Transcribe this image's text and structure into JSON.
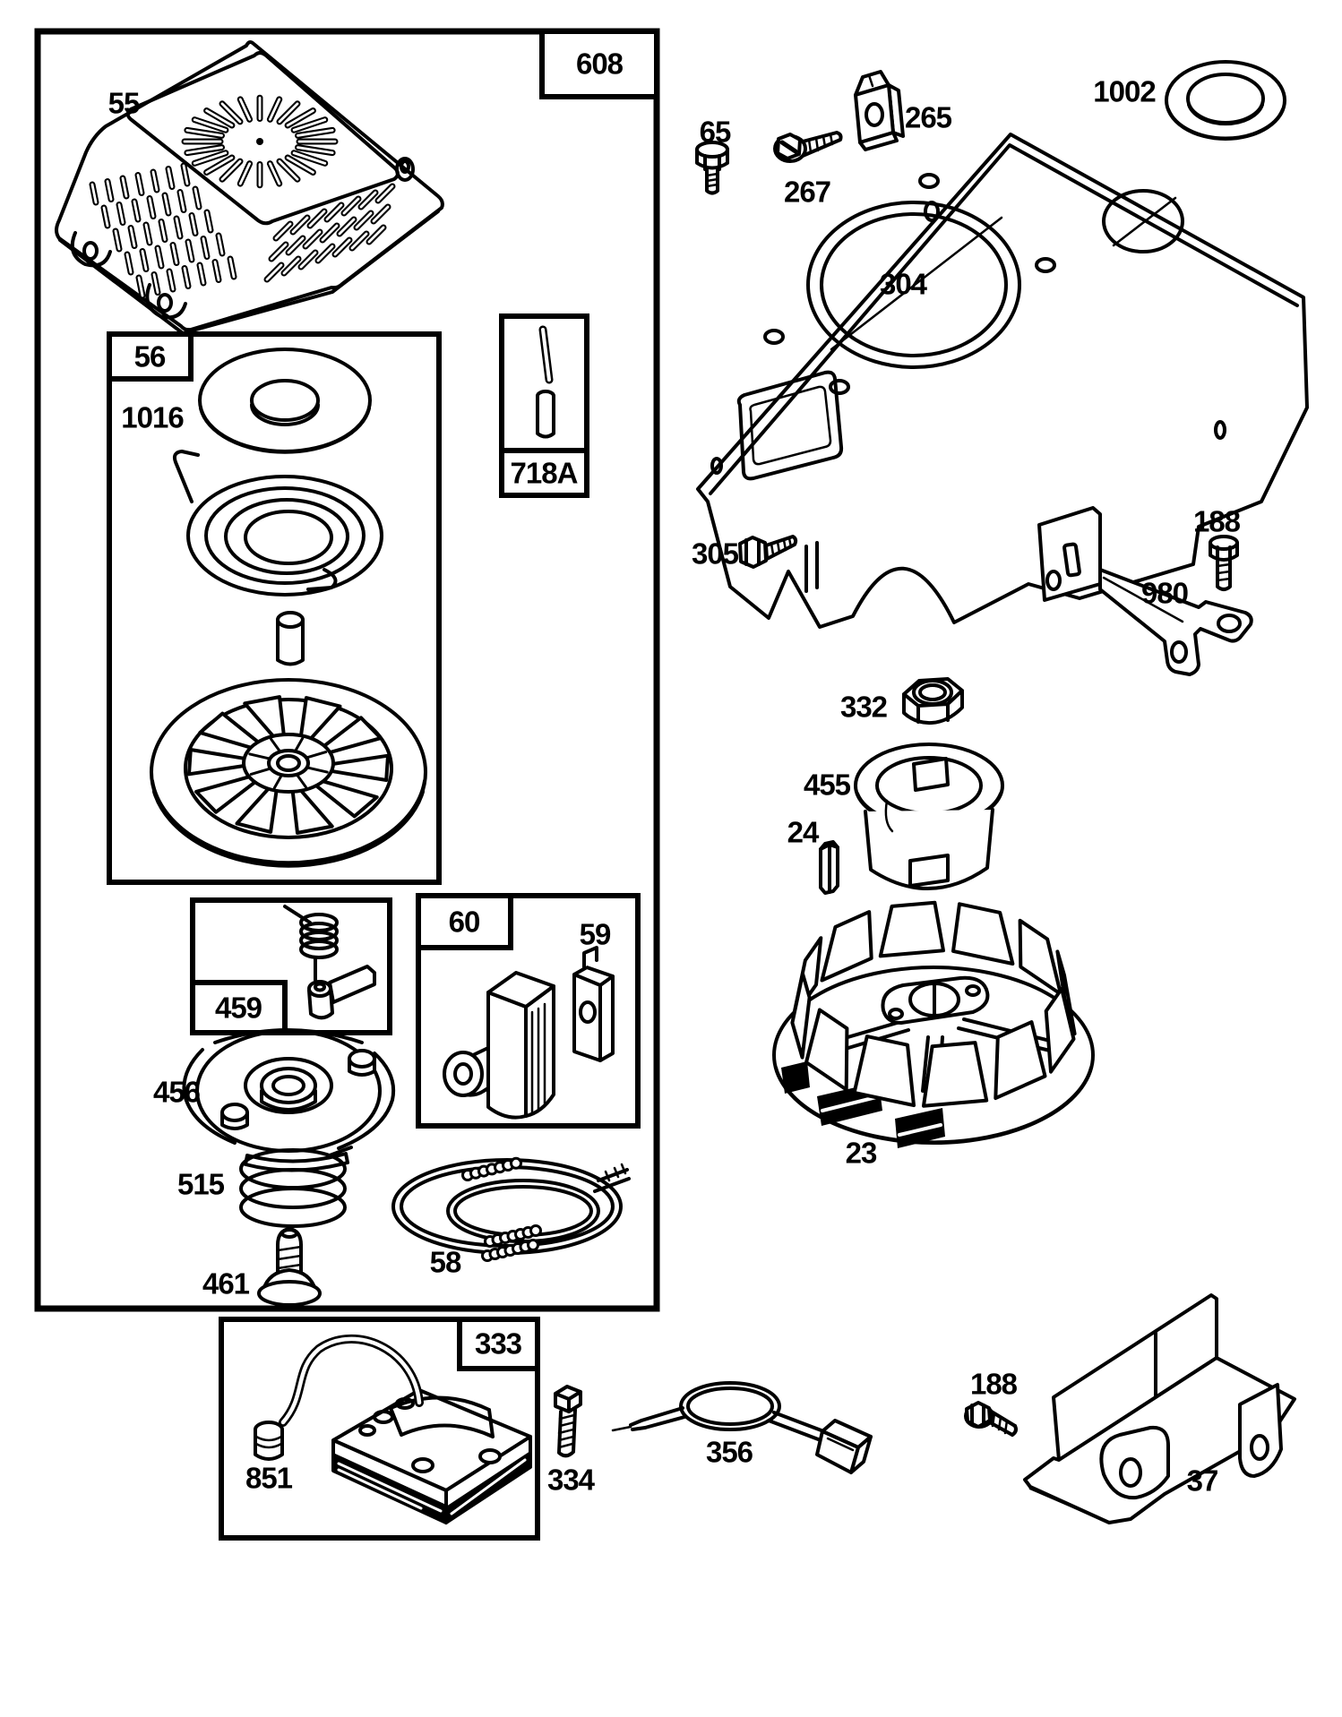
{
  "diagram": {
    "kind": "exploded-parts-diagram",
    "background": "#ffffff",
    "line_color": "#000000",
    "part_numbers_visible": [
      "55",
      "608",
      "56",
      "1016",
      "718A",
      "459",
      "456",
      "515",
      "461",
      "60",
      "59",
      "58",
      "65",
      "267",
      "265",
      "1002",
      "304",
      "305",
      "188",
      "980",
      "332",
      "455",
      "24",
      "23",
      "333",
      "851",
      "334",
      "356",
      "188",
      "37"
    ]
  },
  "callouts": {
    "p55": "55",
    "p608": "608",
    "p56": "56",
    "p1016": "1016",
    "p718A": "718A",
    "p459": "459",
    "p456": "456",
    "p515": "515",
    "p461": "461",
    "p60": "60",
    "p59": "59",
    "p58": "58",
    "p65": "65",
    "p267": "267",
    "p265": "265",
    "p1002": "1002",
    "p304": "304",
    "p305": "305",
    "p188_top": "188",
    "p980": "980",
    "p332": "332",
    "p455": "455",
    "p24": "24",
    "p23": "23",
    "p333": "333",
    "p851": "851",
    "p334": "334",
    "p356": "356",
    "p188_bottom": "188",
    "p37": "37"
  }
}
